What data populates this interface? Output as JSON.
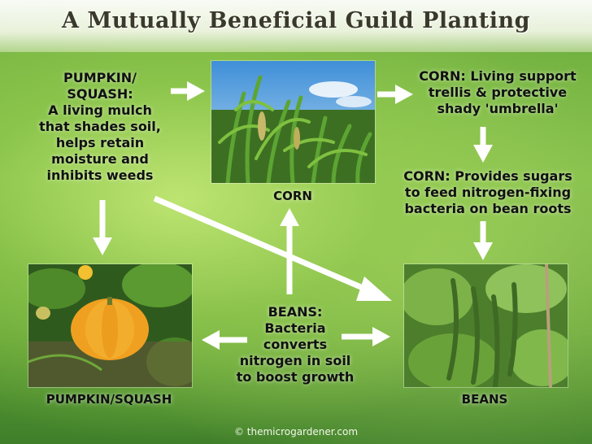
{
  "title": "A Mutually Beneficial Guild Planting",
  "pumpkin_note": {
    "heading_line1": "PUMPKIN/",
    "heading_line2": "SQUASH:",
    "line1": "A living mulch",
    "line2": "that shades soil,",
    "line3": "helps retain",
    "line4": "moisture and",
    "line5": "inhibits weeds"
  },
  "corn_support_note": {
    "line1": "CORN: Living support",
    "line2": "trellis & protective",
    "line3": "shady 'umbrella'"
  },
  "corn_sugar_note": {
    "line1": "CORN: Provides sugars",
    "line2": "to feed nitrogen-fixing",
    "line3": "bacteria on bean roots"
  },
  "beans_note": {
    "line1": "BEANS:",
    "line2": "Bacteria",
    "line3": "converts",
    "line4": "nitrogen in soil",
    "line5": "to boost growth"
  },
  "labels": {
    "corn": "CORN",
    "pumpkin": "PUMPKIN/SQUASH",
    "beans": "BEANS"
  },
  "footer": "© themicrogardener.com",
  "colors": {
    "arrow": "#ffffff",
    "text": "#111111",
    "pumpkin": "#f0a020",
    "corn_leaf": "#4f8f2a",
    "bean_leaf": "#6fa33a"
  }
}
